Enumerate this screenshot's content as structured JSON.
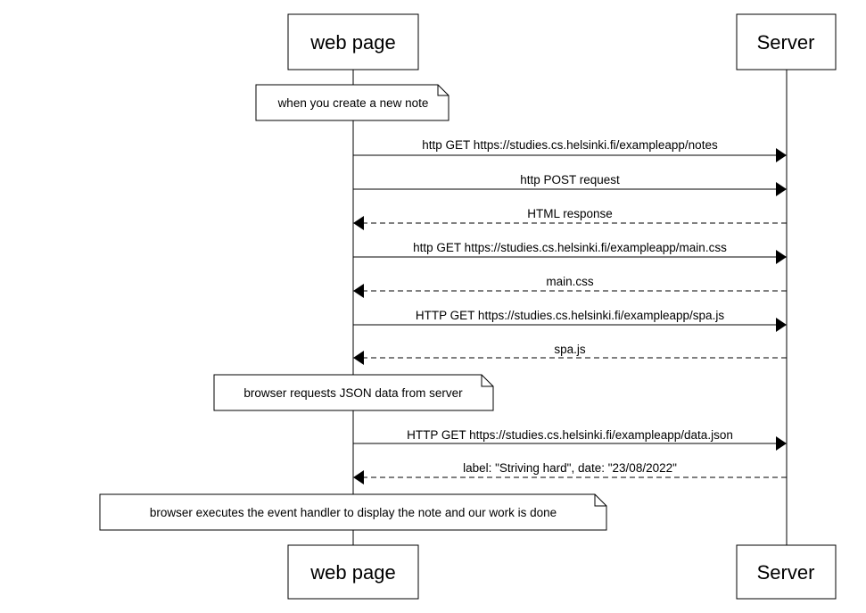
{
  "participants": {
    "browser": "web page",
    "server": "Server"
  },
  "notes": [
    {
      "text": "when you create a new note"
    },
    {
      "text": "browser requests JSON data from server"
    },
    {
      "text": "browser executes the event handler to display the note and our work is done"
    }
  ],
  "messages": [
    {
      "text": "http GET https://studies.cs.helsinki.fi/exampleapp/notes",
      "direction": "request",
      "style": "solid"
    },
    {
      "text": "http POST request",
      "direction": "request",
      "style": "solid"
    },
    {
      "text": "HTML response",
      "direction": "response",
      "style": "dashed"
    },
    {
      "text": "http GET https://studies.cs.helsinki.fi/exampleapp/main.css",
      "direction": "request",
      "style": "solid"
    },
    {
      "text": "main.css",
      "direction": "response",
      "style": "dashed"
    },
    {
      "text": "HTTP GET https://studies.cs.helsinki.fi/exampleapp/spa.js",
      "direction": "request",
      "style": "solid"
    },
    {
      "text": "spa.js",
      "direction": "response",
      "style": "dashed"
    },
    {
      "text": "HTTP GET https://studies.cs.helsinki.fi/exampleapp/data.json",
      "direction": "request",
      "style": "solid"
    },
    {
      "text": "label: \"Striving hard\", date: \"23/08/2022\"",
      "direction": "response",
      "style": "dashed"
    }
  ]
}
